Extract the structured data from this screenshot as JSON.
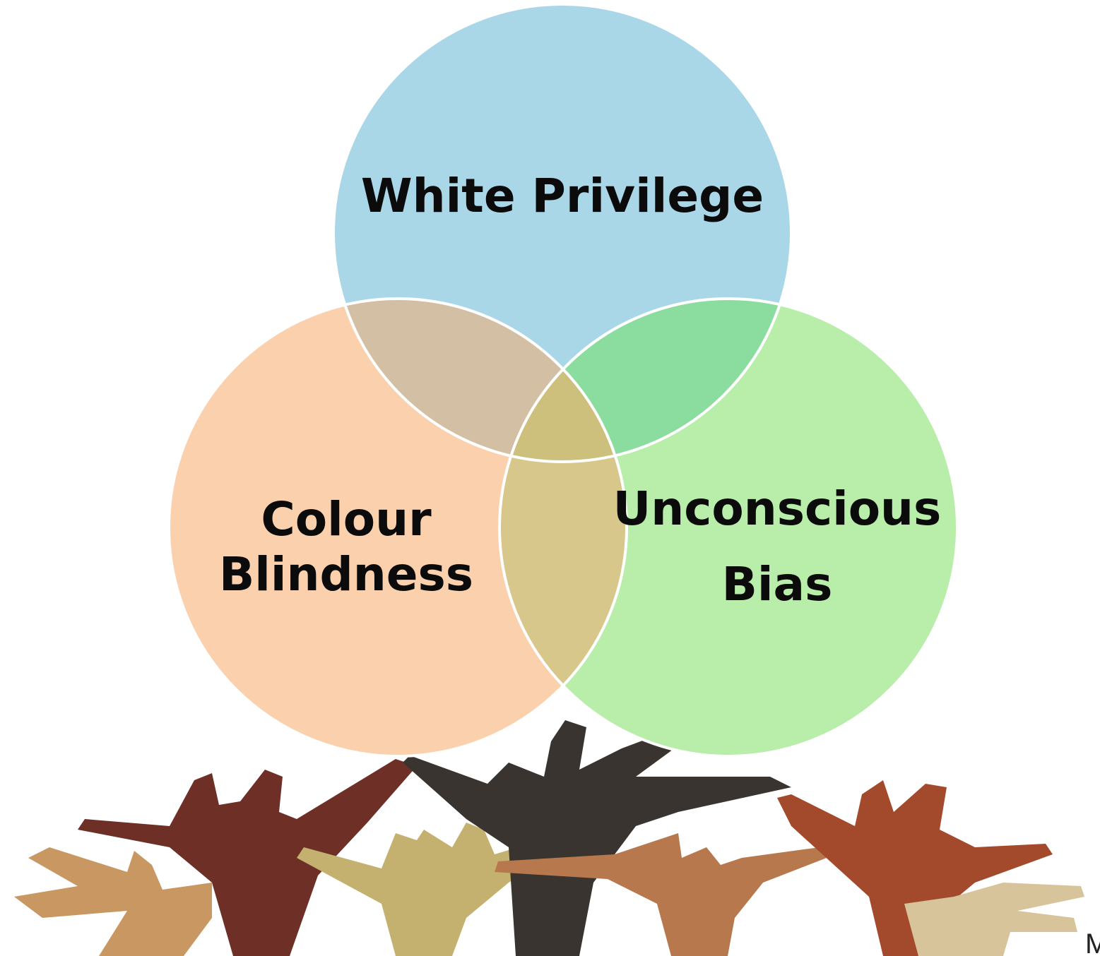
{
  "circles": {
    "top": {
      "label": "White Privilege",
      "color": "#a9d7e8"
    },
    "left": {
      "label_line1": "Colour",
      "label_line2": "Blindness",
      "color": "#fbd0ad"
    },
    "right": {
      "label_line1": "Unconscious",
      "label_line2": "Bias",
      "color": "#b8edaa"
    }
  },
  "overlap_colors": {
    "top_left": "#d2bfa4",
    "top_right": "#8bdc9f",
    "left_right": "#d7c78b",
    "center": "#cdbf7c"
  },
  "hand_colors": [
    "#c99761",
    "#6e2f26",
    "#3a3430",
    "#c4b06f",
    "#b8784e",
    "#a44a2c",
    "#d7c49a"
  ],
  "corner_text": "M"
}
